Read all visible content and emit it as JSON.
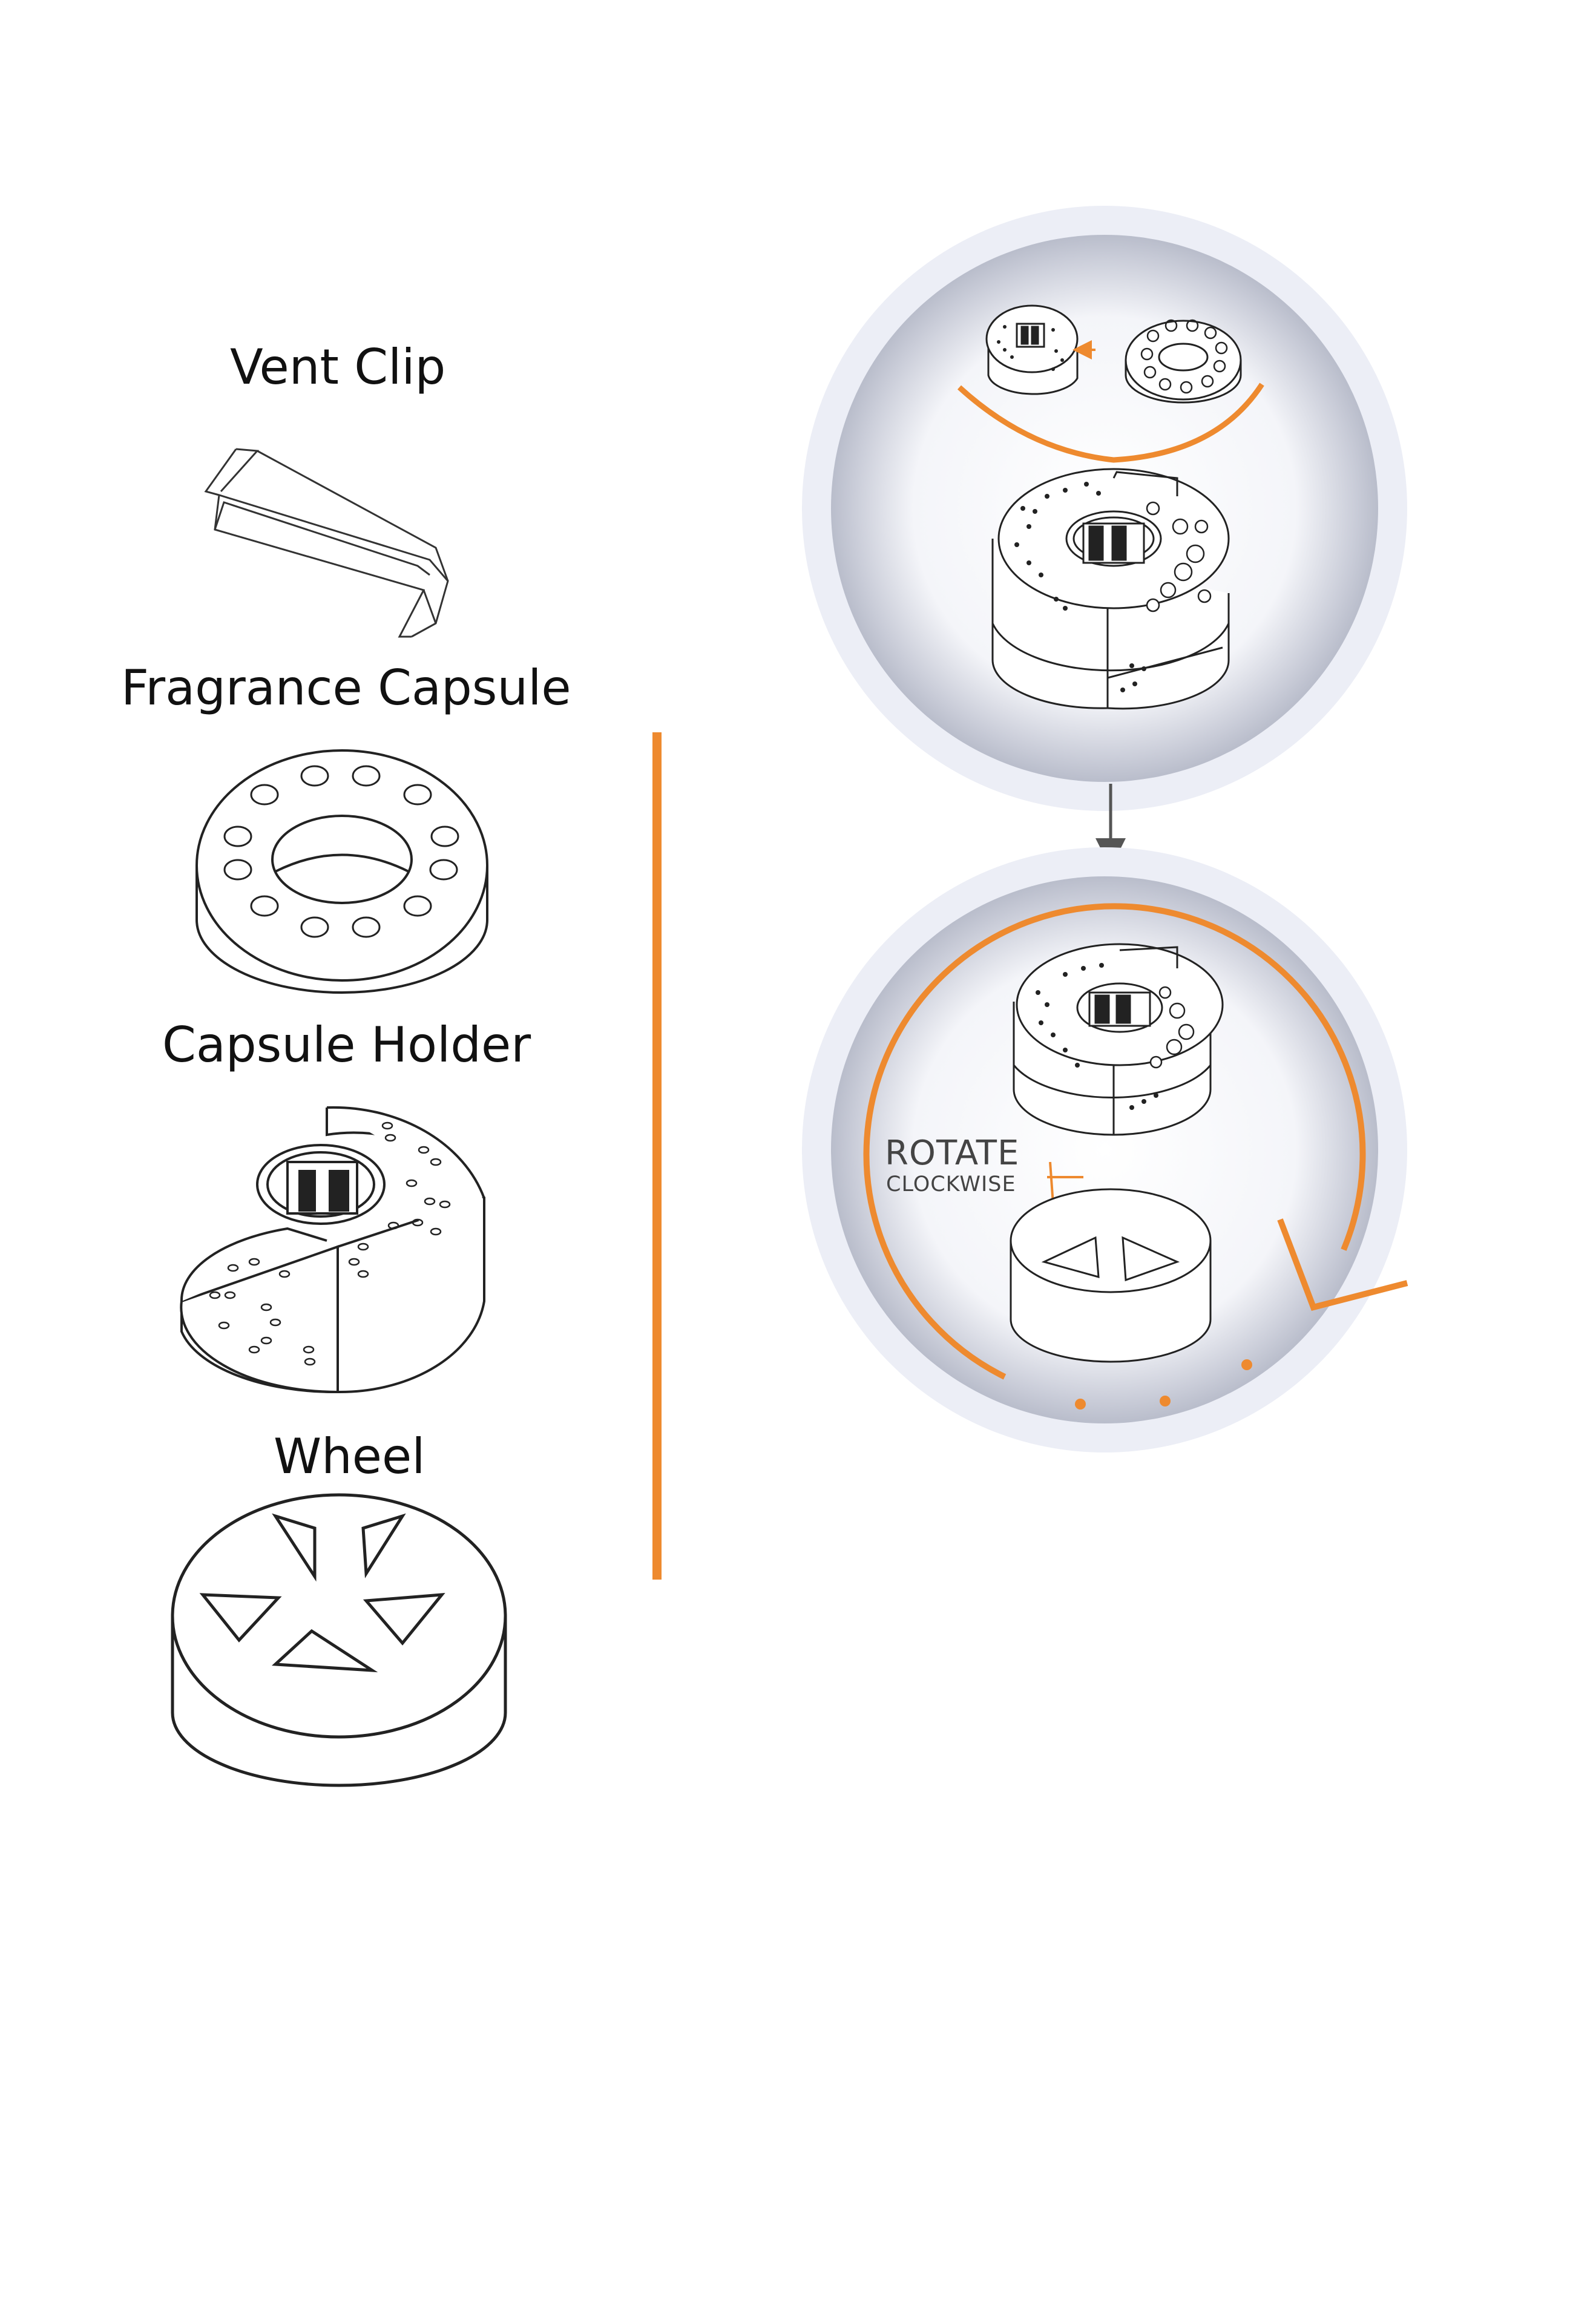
{
  "parts": [
    {
      "label": "Vent Clip",
      "icon": "vent-clip-icon"
    },
    {
      "label": "Fragrance Capsule",
      "icon": "fragrance-capsule-icon"
    },
    {
      "label": "Capsule Holder",
      "icon": "capsule-holder-icon"
    },
    {
      "label": "Wheel",
      "icon": "wheel-icon"
    }
  ],
  "steps": [
    {
      "icon": "insert-capsule-icon"
    },
    {
      "icon": "rotate-into-wheel-icon",
      "instruction_main": "ROTATE",
      "instruction_sub": "CLOCKWISE"
    },
    {
      "icon": "attach-vent-clip-icon"
    }
  ],
  "colors": {
    "accent": "#ee8a2f",
    "line": "#222222",
    "arrow": "#555555",
    "circle_fill": "#f3f4f8",
    "circle_ring": "#e6e8f2"
  }
}
